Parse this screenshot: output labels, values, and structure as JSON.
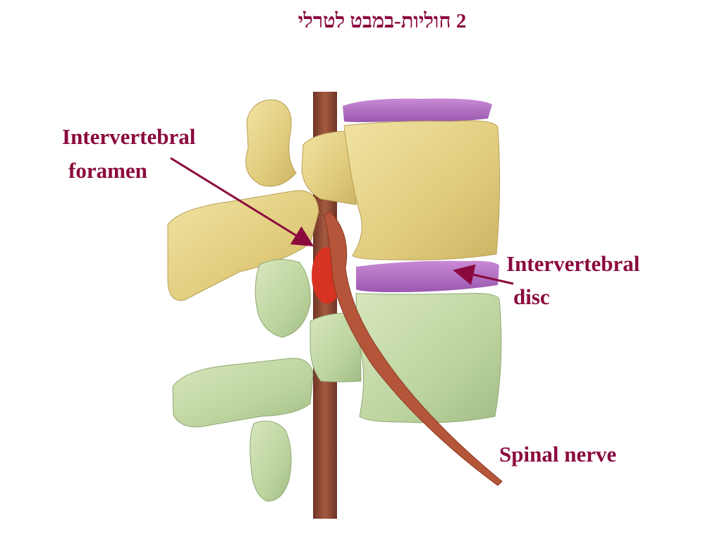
{
  "title": "2 חוליות-במבט לטרלי",
  "labels": {
    "foramen_line1": "Intervertebral",
    "foramen_line2": "foramen",
    "disc_line1": "Intervertebral",
    "disc_line2": "disc",
    "nerve": "Spinal nerve"
  },
  "colors": {
    "label": "#8b0a3e",
    "upper_vertebra": "#e6d58a",
    "lower_vertebra": "#c9dcae",
    "disc": "#b06cc0",
    "nerve": "#b5553a",
    "spinal_cord": "#8a4a36"
  }
}
